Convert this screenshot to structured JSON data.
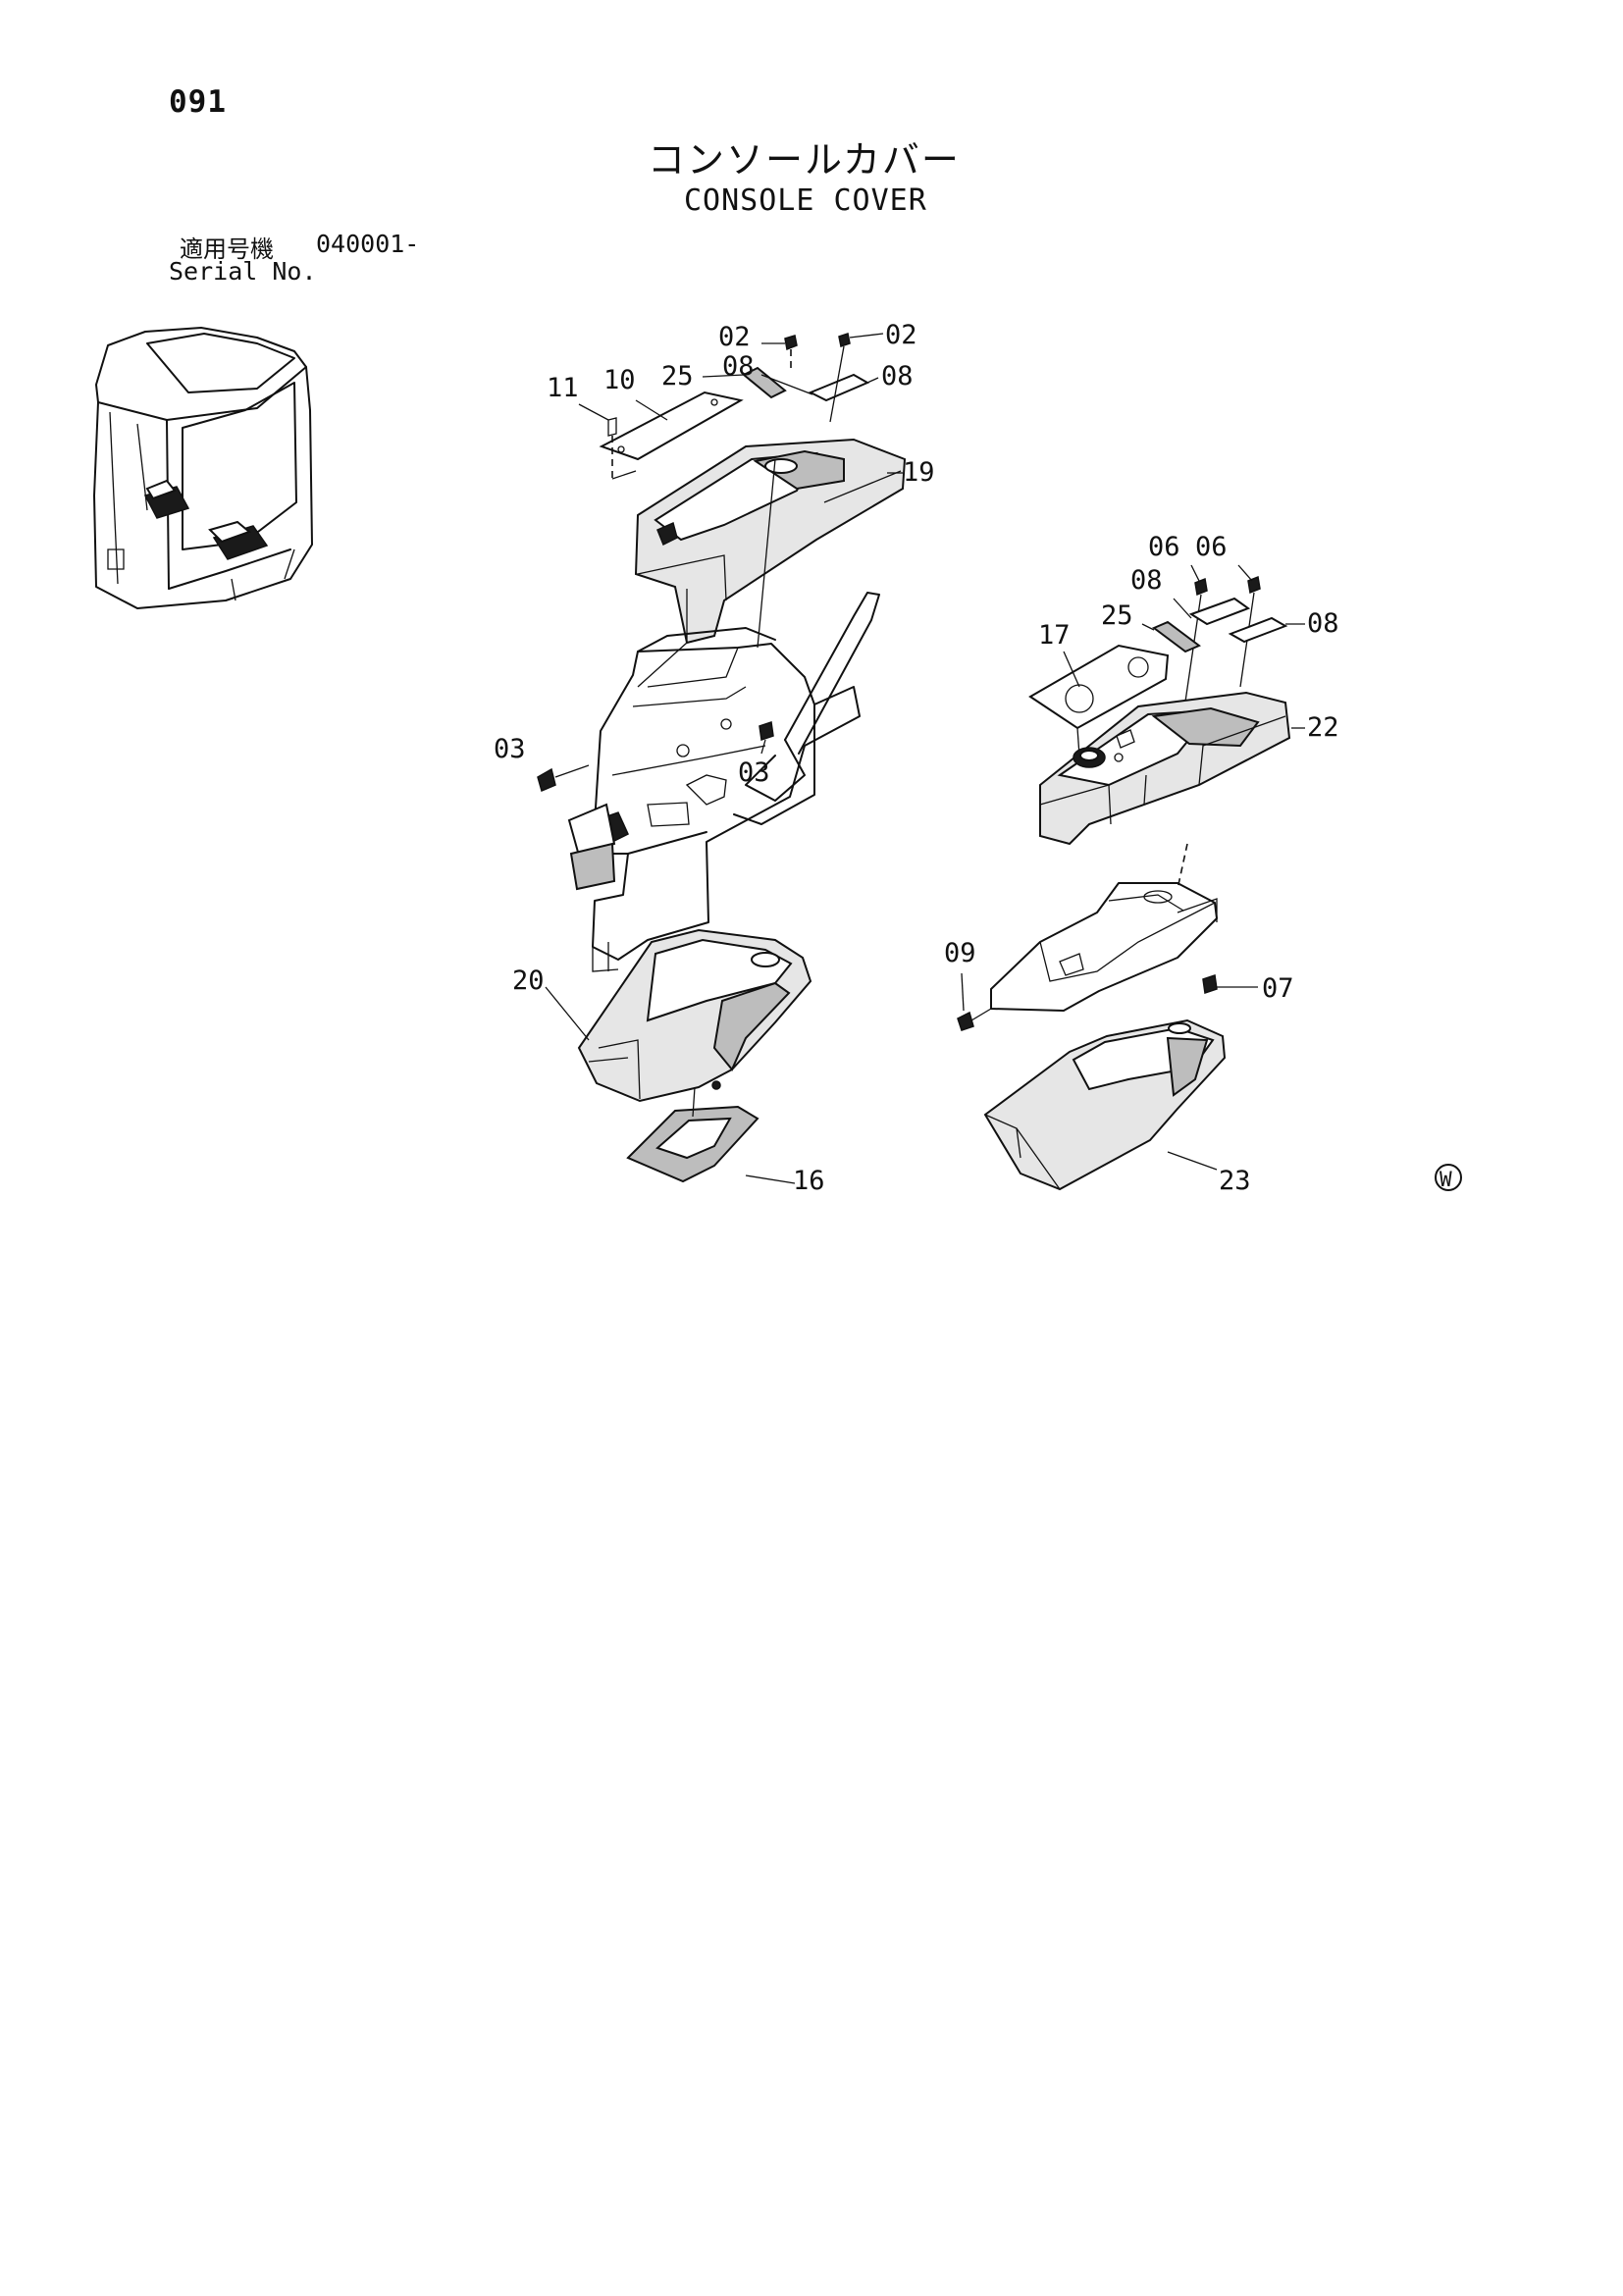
{
  "page": {
    "number": "091",
    "title_ja": "コンソールカバー",
    "title_en": "CONSOLE COVER",
    "serial_label_ja": "適用号機",
    "serial_label_en": "Serial No.",
    "serial_value": "040001-",
    "corner_mark": "W"
  },
  "diagram": {
    "part_callouts": [
      "02",
      "02",
      "08",
      "08",
      "11",
      "10",
      "25",
      "19",
      "03",
      "03",
      "20",
      "16",
      "06",
      "06",
      "08",
      "08",
      "25",
      "17",
      "22",
      "09",
      "07",
      "23"
    ]
  }
}
